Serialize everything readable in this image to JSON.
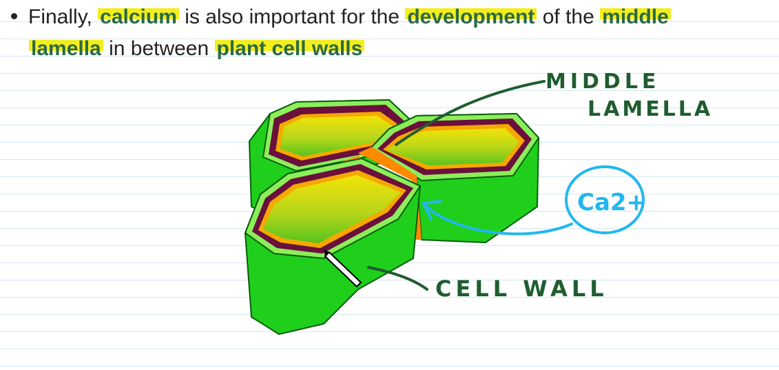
{
  "text": {
    "line1": {
      "prefix": "Finally, ",
      "kw1": "calcium",
      "mid1": " is also important for the ",
      "kw2": "development",
      "mid2": " of the ",
      "kw3": "middle"
    },
    "line2": {
      "kw4": "lamella",
      "mid3": " in between ",
      "kw5": "plant cell walls"
    }
  },
  "labels": {
    "middle_lamella_1": "MIDDLE",
    "middle_lamella_2": "LAMELLA",
    "calcium_ion": "Ca2+",
    "cell_wall": "CELL WALL"
  },
  "colors": {
    "highlight": "#f3ee1c",
    "keyword": "#2a6a45",
    "wall_green": "#1ed41a",
    "membrane_purple": "#6b0f3c",
    "lamella_orange": "#ff8a00",
    "ink_green": "#1f5d2f",
    "ink_blue": "#22b7ee"
  }
}
